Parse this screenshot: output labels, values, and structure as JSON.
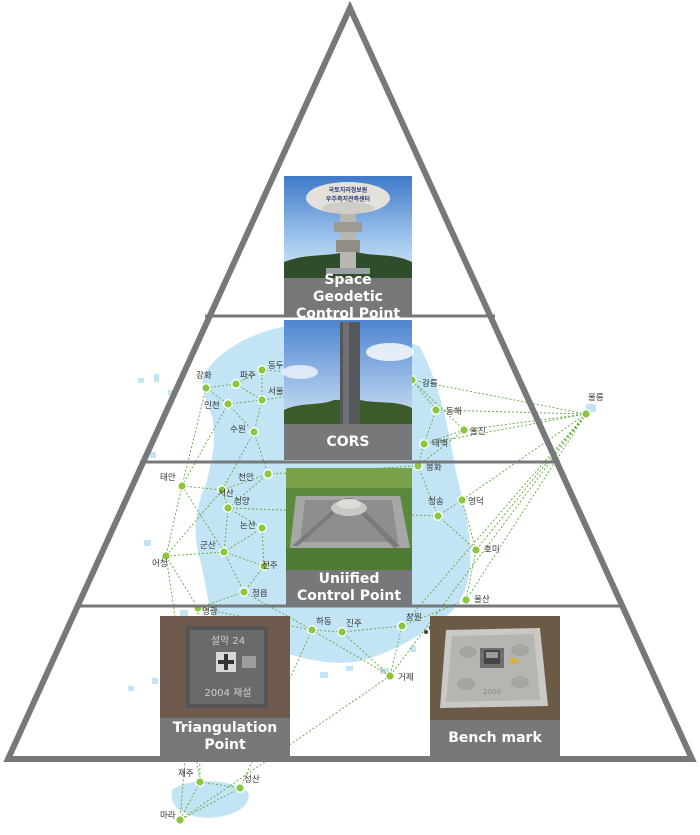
{
  "levels": [
    {
      "id": "space",
      "lines": [
        "Space Geodetic",
        "Control Point"
      ]
    },
    {
      "id": "cors",
      "lines": [
        "CORS"
      ]
    },
    {
      "id": "unified",
      "lines": [
        "Uniified",
        "Control Point"
      ]
    },
    {
      "id": "triangulation",
      "lines": [
        "Triangulation",
        "Point"
      ]
    },
    {
      "id": "benchmark",
      "lines": [
        "Bench mark"
      ]
    }
  ],
  "photo_text": {
    "observatory_sign_line1": "국토지리정보원",
    "observatory_sign_line2": "우주측지관측센터",
    "triangulation_plate_top": "설악 24",
    "triangulation_plate_bottom": "2004 재설",
    "benchmark_plate": "2000"
  },
  "cities": [
    {
      "id": "ganghwa",
      "name": "강화"
    },
    {
      "id": "paju",
      "name": "파주"
    },
    {
      "id": "dongdu",
      "name": "동두"
    },
    {
      "id": "incheon",
      "name": "인천"
    },
    {
      "id": "seoul",
      "name": "서울"
    },
    {
      "id": "suwon",
      "name": "수원"
    },
    {
      "id": "gangneung",
      "name": "강릉"
    },
    {
      "id": "donghae",
      "name": "동해"
    },
    {
      "id": "taebaek",
      "name": "태백"
    },
    {
      "id": "uljin",
      "name": "울진"
    },
    {
      "id": "ulleung",
      "name": "울릉"
    },
    {
      "id": "taean",
      "name": "태안"
    },
    {
      "id": "seosan",
      "name": "서산"
    },
    {
      "id": "cheonan",
      "name": "천안"
    },
    {
      "id": "cheongyang",
      "name": "청양"
    },
    {
      "id": "bonghwa",
      "name": "봉화"
    },
    {
      "id": "cheongsong",
      "name": "청송"
    },
    {
      "id": "yeongdeok",
      "name": "영덕"
    },
    {
      "id": "nonsan",
      "name": "논산"
    },
    {
      "id": "eocheong",
      "name": "어청"
    },
    {
      "id": "gunsan",
      "name": "군산"
    },
    {
      "id": "jeonju",
      "name": "전주"
    },
    {
      "id": "homi",
      "name": "호미"
    },
    {
      "id": "jeongeup",
      "name": "정읍"
    },
    {
      "id": "ulsan",
      "name": "울산"
    },
    {
      "id": "yeonggwang",
      "name": "영광"
    },
    {
      "id": "hadong",
      "name": "하동"
    },
    {
      "id": "jinju",
      "name": "진주"
    },
    {
      "id": "changwon",
      "name": "창원"
    },
    {
      "id": "geoje",
      "name": "거제"
    },
    {
      "id": "jeju",
      "name": "제주"
    },
    {
      "id": "seongsan",
      "name": "성산"
    },
    {
      "id": "mara",
      "name": "마라"
    }
  ],
  "colors": {
    "frame": "#77787a",
    "caption_bg": "#77787a",
    "map_fill": "#c3e4f5",
    "node": "#8cc63f",
    "link": "#5fa83a"
  }
}
